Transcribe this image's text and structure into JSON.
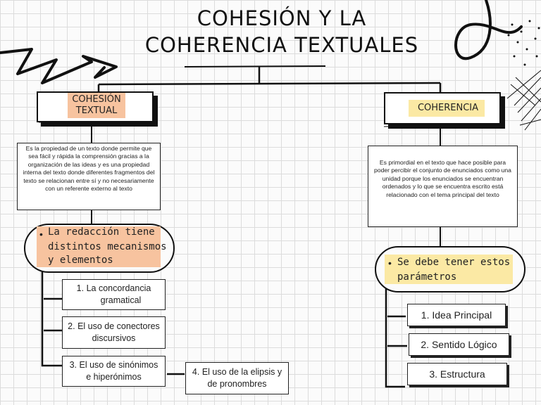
{
  "title": {
    "line1": "COHESIÓN Y LA",
    "line2": "COHERENCIA TEXTUALES"
  },
  "left": {
    "heading_line1": "COHESIÓN",
    "heading_line2": "TEXTUAL",
    "definition": "Es la propiedad de un texto donde permite que sea fácil y rápida la comprensión gracias a la organización de las ideas y es una propiedad interna del texto donde diferentes fragmentos del texto se relacionan entre sí y no necesariamente con un referente externo al texto",
    "bullet_line1": "La redacción tiene",
    "bullet_line2": "distintos mecanismos",
    "bullet_line3": "y elementos",
    "items": [
      {
        "line1": "1.   La concordancia",
        "line2": "gramatical"
      },
      {
        "line1": "2. El uso de conectores",
        "line2": "discursivos"
      },
      {
        "line1": "3. El uso de sinónimos",
        "line2": "e hiperónimos"
      },
      {
        "line1": "4. El uso de la elipsis y",
        "line2": "de pronombres"
      }
    ]
  },
  "right": {
    "heading": "COHERENCIA",
    "definition": "Es primordial en el texto que hace posible para poder percibir el conjunto de enunciados como una unidad porque los enunciados se encuentran ordenados y lo que se encuentra escrito está relacionado con el tema principal del texto",
    "bullet_line1": "Se debe tener estos",
    "bullet_line2": "parámetros",
    "items": [
      {
        "label": "1.   Idea Principal"
      },
      {
        "label": "2. Sentido Lógico"
      },
      {
        "label": "3. Estructura"
      }
    ]
  },
  "colors": {
    "accent_orange": "#f7c39f",
    "accent_yellow": "#fbe9a4",
    "ink": "#111111"
  }
}
